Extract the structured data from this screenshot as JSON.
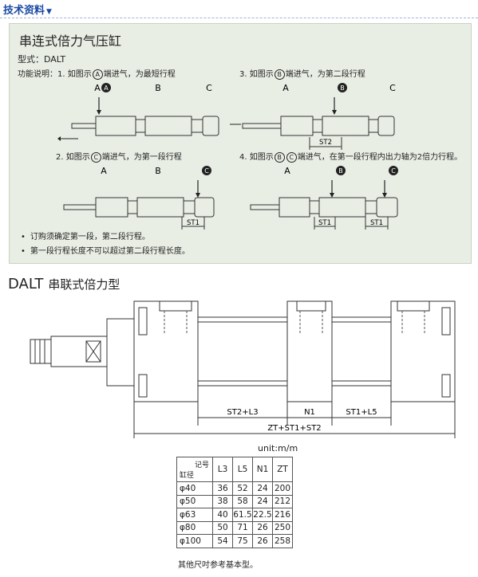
{
  "header": {
    "title": "技术资料"
  },
  "info": {
    "title": "串连式倍力气压缸",
    "model_label": "型式：DALT",
    "function_prefix": "功能说明：",
    "steps": [
      {
        "num": "1.",
        "pre": "如图示",
        "ports": [
          "A"
        ],
        "post": "端进气，为最短行程"
      },
      {
        "num": "2.",
        "pre": "如图示",
        "ports": [
          "C"
        ],
        "post": "端进气，为第一段行程"
      },
      {
        "num": "3.",
        "pre": "如图示",
        "ports": [
          "B"
        ],
        "post": "端进气，为第二段行程"
      },
      {
        "num": "4.",
        "pre": "如图示",
        "ports": [
          "B",
          "C"
        ],
        "post": "端进气，在第一段行程内出力轴为2倍力行程。"
      }
    ],
    "diagram_labels": {
      "a": "A",
      "b": "B",
      "c": "C",
      "st1": "ST1",
      "st2": "ST2"
    },
    "notes": [
      "订购须确定第一段，第二段行程。",
      "第一段行程长度不可以超过第二段行程长度。"
    ]
  },
  "main": {
    "model": "DALT",
    "subtitle": "串联式倍力型",
    "dims": {
      "st2_l3": "ST2+L3",
      "n1": "N1",
      "st1_l5": "ST1+L5",
      "total": "ZT+ST1+ST2"
    }
  },
  "unit": "unit:m/m",
  "table": {
    "corner_top": "记号",
    "corner_bottom": "缸径",
    "headers": [
      "L3",
      "L5",
      "N1",
      "ZT"
    ],
    "rows": [
      {
        "bore": "φ40",
        "values": [
          "36",
          "52",
          "24",
          "200"
        ]
      },
      {
        "bore": "φ50",
        "values": [
          "38",
          "58",
          "24",
          "212"
        ]
      },
      {
        "bore": "φ63",
        "values": [
          "40",
          "61.5",
          "22.5",
          "216"
        ]
      },
      {
        "bore": "φ80",
        "values": [
          "50",
          "71",
          "26",
          "250"
        ]
      },
      {
        "bore": "φ100",
        "values": [
          "54",
          "75",
          "26",
          "258"
        ]
      }
    ]
  },
  "footnote": "其他尺吋参考基本型。"
}
